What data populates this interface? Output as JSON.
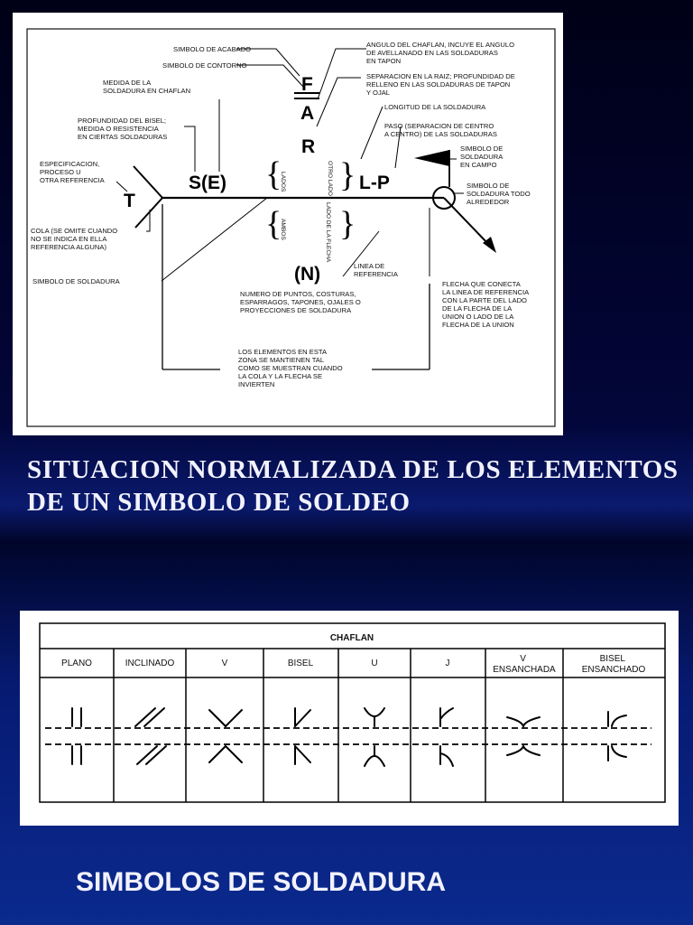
{
  "diagram": {
    "letters": {
      "F": "F",
      "A": "A",
      "R": "R",
      "SE": "S(E)",
      "T": "T",
      "LP": "L-P",
      "N": "(N)"
    },
    "sides": {
      "lados": "LADOS",
      "otro_lado": "OTRO LADO",
      "ambos": "AMBOS",
      "lado_flecha": "LADO DE LA FLECHA"
    },
    "labels": {
      "simbolo_acabado": "SIMBOLO DE ACABADO",
      "simbolo_contorno": "SIMBOLO DE CONTORNO",
      "medida_chaflan": [
        "MEDIDA DE LA",
        "SOLDADURA EN CHAFLAN"
      ],
      "profundidad_bisel": [
        "PROFUNDIDAD DEL BISEL;",
        "MEDIDA O RESISTENCIA",
        "EN CIERTAS SOLDADURAS"
      ],
      "especificacion": [
        "ESPECIFICACION,",
        "PROCESO U",
        "OTRA REFERENCIA"
      ],
      "cola": [
        "COLA (SE OMITE CUANDO",
        "NO SE INDICA EN ELLA",
        "REFERENCIA ALGUNA)"
      ],
      "simbolo_soldadura": "SIMBOLO DE SOLDADURA",
      "angulo_chaflan": [
        "ANGULO DEL CHAFLAN, INCUYE EL ANGULO",
        "DE AVELLANADO EN LAS SOLDADURAS",
        "EN TAPON"
      ],
      "separacion_raiz": [
        "SEPARACION EN LA RAIZ; PROFUNDIDAD DE",
        "RELLENO EN LAS SOLDADURAS DE TAPON",
        "Y OJAL"
      ],
      "longitud": "LONGITUD DE LA SOLDADURA",
      "paso": [
        "PASO (SEPARACION DE CENTRO",
        "A CENTRO) DE LAS SOLDADURAS"
      ],
      "soldadura_campo": [
        "SIMBOLO DE",
        "SOLDADURA",
        "EN CAMPO"
      ],
      "todo_alrededor": [
        "SIMBOLO DE",
        "SOLDADURA TODO",
        "ALREDEDOR"
      ],
      "linea_referencia": [
        "LINEA DE",
        "REFERENCIA"
      ],
      "numero_puntos": [
        "NUMERO DE PUNTOS, COSTURAS,",
        "ESPARRAGOS, TAPONES, OJALES O",
        "PROYECCIONES DE SOLDADURA"
      ],
      "flecha_conecta": [
        "FLECHA QUE CONECTA",
        "LA LINEA DE REFERENCIA",
        "CON LA PARTE DEL LADO",
        "DE LA FLECHA DE LA",
        "UNION O LADO DE LA",
        "FLECHA DE LA UNION"
      ],
      "elementos_zona": [
        "LOS ELEMENTOS EN ESTA",
        "ZONA SE MANTIENEN TAL",
        "COMO SE MUESTRAN CUANDO",
        "LA COLA Y LA FLECHA SE",
        "INVIERTEN"
      ]
    }
  },
  "captions": {
    "top_line1": "SITUACION NORMALIZADA DE LOS ELEMENTOS",
    "top_line2": "DE  UN  SIMBOLO  DE  SOLDEO",
    "bottom": "SIMBOLOS  DE SOLDADURA"
  },
  "table": {
    "title": "CHAFLAN",
    "columns": [
      [
        "PLANO"
      ],
      [
        "INCLINADO"
      ],
      [
        "V"
      ],
      [
        "BISEL"
      ],
      [
        "U"
      ],
      [
        "J"
      ],
      [
        "V",
        "ENSANCHADA"
      ],
      [
        "BISEL",
        "ENSANCHADO"
      ]
    ]
  }
}
